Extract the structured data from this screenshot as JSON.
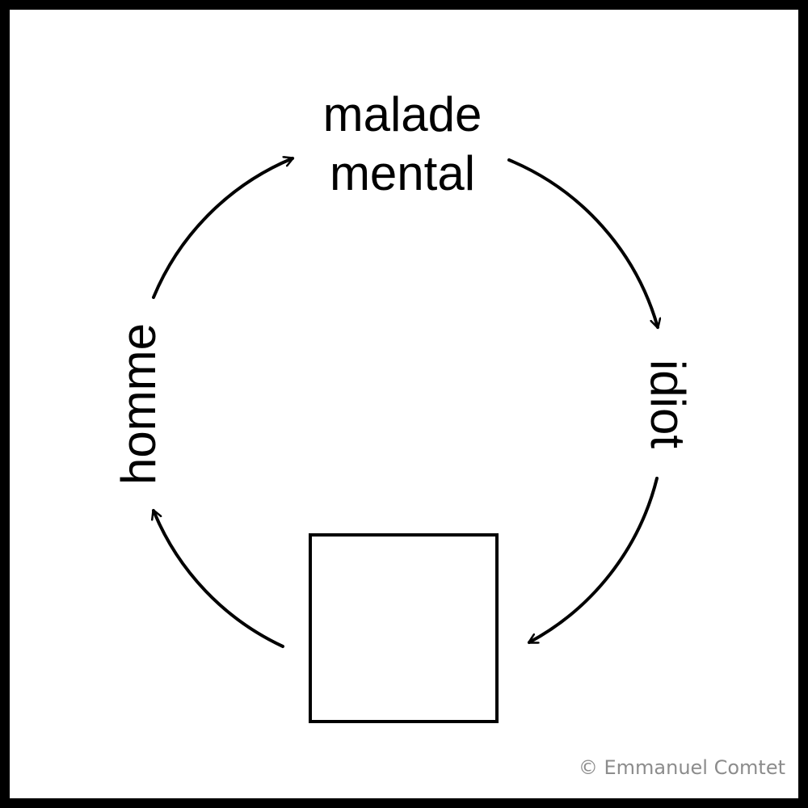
{
  "diagram": {
    "top_label_line1": "malade",
    "top_label_line2": "mental",
    "right_label": "idiot",
    "left_label": "homme",
    "bottom_label": ""
  },
  "credit": "© Emmanuel Comtet",
  "colors": {
    "frame": "#000000",
    "background": "#ffffff",
    "ink": "#000000",
    "credit": "#8c8c8c"
  }
}
